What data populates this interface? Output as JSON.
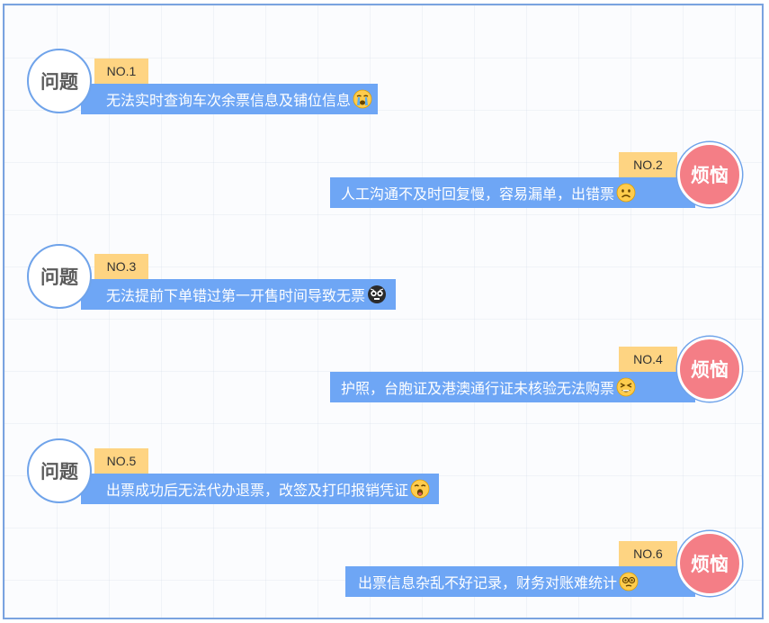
{
  "items": [
    {
      "number": "NO.1",
      "badge": "问题",
      "text": "无法实时查询车次余票信息及铺位信息",
      "emoji": "crying-face-icon"
    },
    {
      "number": "NO.2",
      "badge": "烦恼",
      "text": "人工沟通不及时回复慢，容易漏单，出错票",
      "emoji": "frowning-face-icon"
    },
    {
      "number": "NO.3",
      "badge": "问题",
      "text": "无法提前下单错过第一开售时间导致无票",
      "emoji": "shocked-dark-face-icon"
    },
    {
      "number": "NO.4",
      "badge": "烦恼",
      "text": "护照，台胞证及港澳通行证未核验无法购票",
      "emoji": "tired-face-icon"
    },
    {
      "number": "NO.5",
      "badge": "问题",
      "text": "出票成功后无法代办退票，改签及打印报销凭证",
      "emoji": "screaming-face-icon"
    },
    {
      "number": "NO.6",
      "badge": "烦恼",
      "text": "出票信息杂乱不好记录，财务对账难统计",
      "emoji": "dizzy-face-icon"
    }
  ],
  "colors": {
    "frame_border": "#7aa3e0",
    "bar": "#6ea6f5",
    "number_tag": "#fed482",
    "problem_circle": "#ffffff",
    "worry_circle": "#f47e86"
  }
}
